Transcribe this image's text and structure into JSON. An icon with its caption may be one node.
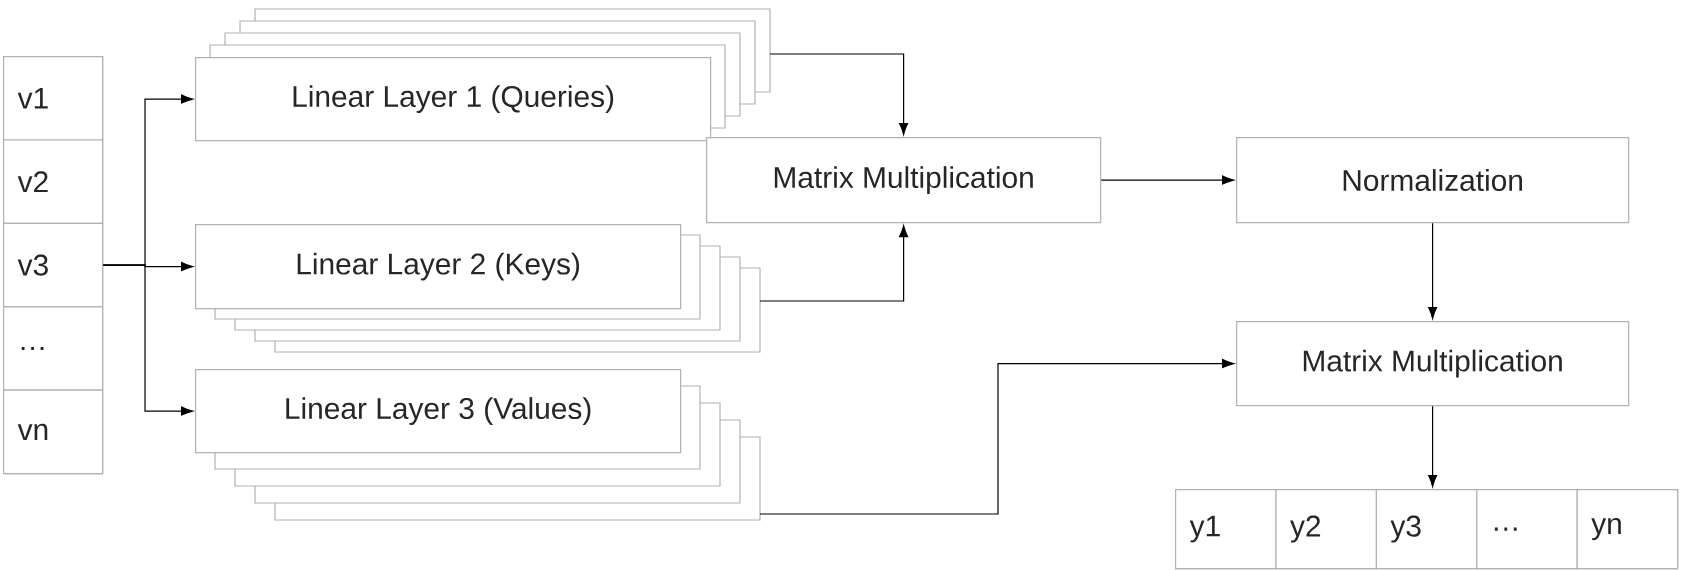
{
  "diagram": {
    "nodes": [
      {
        "text": [],
        "shape": "box"
      },
      {
        "text": [
          "v1"
        ],
        "in": 0
      },
      {
        "text": [
          "v2"
        ],
        "in": 0
      },
      {
        "text": [
          "v3"
        ],
        "in": 0
      },
      {
        "text": [
          "…"
        ],
        "in": 0
      },
      {
        "text": [
          "vn"
        ],
        "in": 0
      },
      {
        "text": [
          "Linear Layer 1 (Queries)"
        ]
      },
      {
        "text": [
          "Linear Layer 2 (Keys)"
        ]
      },
      {
        "text": [
          "Linear Layer 3 (Values)"
        ]
      },
      {
        "text": [
          "Matrix Multiplication"
        ]
      },
      {
        "text": [
          "Normalization"
        ]
      },
      {
        "text": [
          "Matrix Multiplication"
        ]
      },
      {
        "text": [],
        "shape": "box"
      },
      {
        "text": [
          "y1"
        ],
        "in": 12
      },
      {
        "text": [
          "y2"
        ],
        "in": 12
      },
      {
        "text": [
          "y3"
        ],
        "in": 12
      },
      {
        "text": [
          "…"
        ],
        "in": 12
      },
      {
        "text": [
          "yn"
        ],
        "in": 12
      }
    ],
    "edges": [
      {
        "from": 3,
        "to": 6,
        "arrow": "to"
      },
      {
        "from": 3,
        "to": 7,
        "arrow": "to"
      },
      {
        "from": 3,
        "to": 8,
        "arrow": "to"
      },
      {
        "from": 6,
        "to": 9,
        "arrow": "to"
      },
      {
        "from": 7,
        "to": 9,
        "arrow": "to"
      },
      {
        "from": 9,
        "to": 10,
        "arrow": "to"
      },
      {
        "from": 10,
        "to": 11,
        "arrow": "to"
      },
      {
        "from": 8,
        "to": 11,
        "arrow": "to"
      },
      {
        "from": 11,
        "to": 12,
        "arrow": "to"
      }
    ]
  }
}
